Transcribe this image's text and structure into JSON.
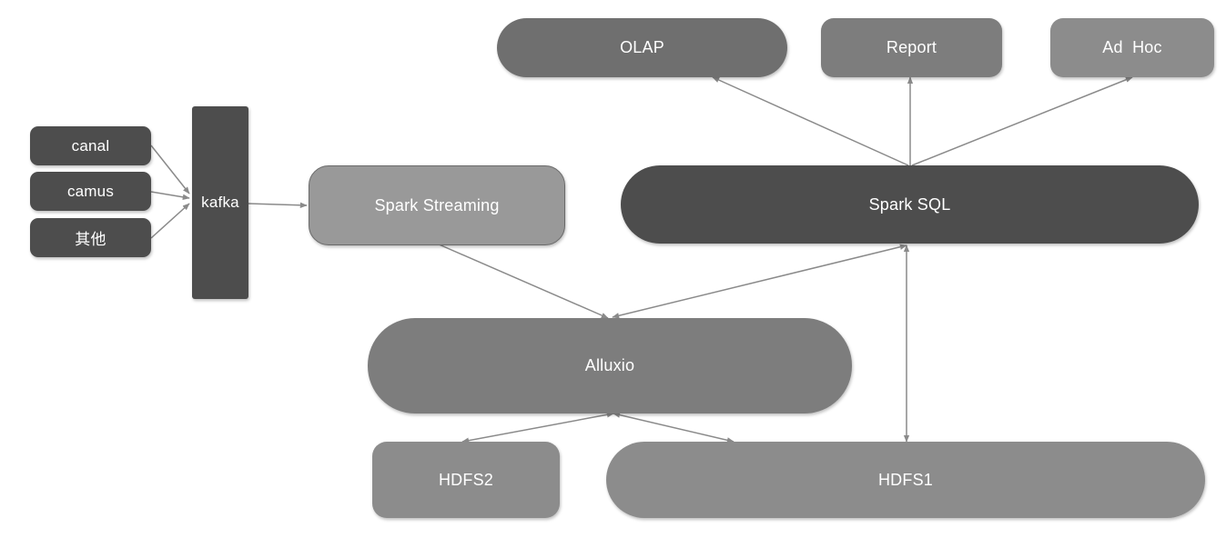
{
  "nodes": {
    "canal": {
      "label": "canal"
    },
    "camus": {
      "label": "camus"
    },
    "other": {
      "label": "其他"
    },
    "kafka": {
      "label": "kafka"
    },
    "spark_streaming": {
      "label": "Spark Streaming"
    },
    "spark_sql": {
      "label": "Spark SQL"
    },
    "olap": {
      "label": "OLAP"
    },
    "report": {
      "label": "Report"
    },
    "adhoc": {
      "label": "Ad  Hoc"
    },
    "alluxio": {
      "label": "Alluxio"
    },
    "hdfs2": {
      "label": "HDFS2"
    },
    "hdfs1": {
      "label": "HDFS1"
    }
  },
  "edges": [
    {
      "from": "canal",
      "to": "kafka",
      "bidirectional": false
    },
    {
      "from": "camus",
      "to": "kafka",
      "bidirectional": false
    },
    {
      "from": "other",
      "to": "kafka",
      "bidirectional": false
    },
    {
      "from": "kafka",
      "to": "spark_streaming",
      "bidirectional": false
    },
    {
      "from": "spark_streaming",
      "to": "alluxio",
      "bidirectional": false
    },
    {
      "from": "alluxio",
      "to": "spark_sql",
      "bidirectional": true
    },
    {
      "from": "spark_sql",
      "to": "olap",
      "bidirectional": false
    },
    {
      "from": "spark_sql",
      "to": "report",
      "bidirectional": false
    },
    {
      "from": "spark_sql",
      "to": "adhoc",
      "bidirectional": false
    },
    {
      "from": "spark_sql",
      "to": "hdfs1",
      "bidirectional": true
    },
    {
      "from": "alluxio",
      "to": "hdfs2",
      "bidirectional": true
    },
    {
      "from": "alluxio",
      "to": "hdfs1",
      "bidirectional": true
    }
  ],
  "colors": {
    "edge": "#8a8a8a",
    "node_text": "#ffffff"
  }
}
